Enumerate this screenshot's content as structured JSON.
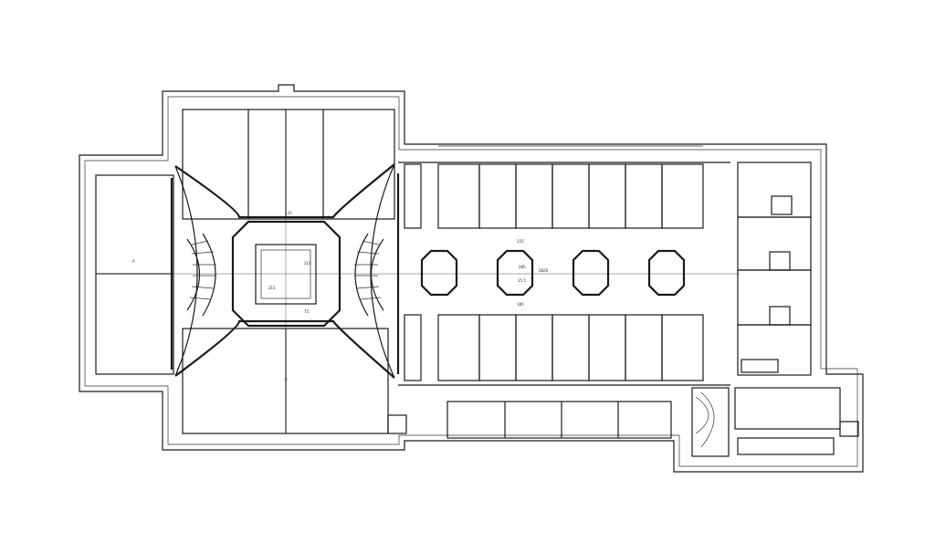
{
  "drawing": {
    "type": "architectural floor plan",
    "line_color": "#1a1a1a",
    "background": "#ffffff"
  },
  "labels": {
    "dim_top": "125",
    "dim_center": "210",
    "dim_left": "215",
    "dim_right": "75",
    "dim_mid_1": "155",
    "dim_mid_2": "285",
    "dim_mid_3": "2820",
    "dim_mid_4": "15.5",
    "dim_lower": "185",
    "room_a": "a",
    "room_b": "b"
  }
}
